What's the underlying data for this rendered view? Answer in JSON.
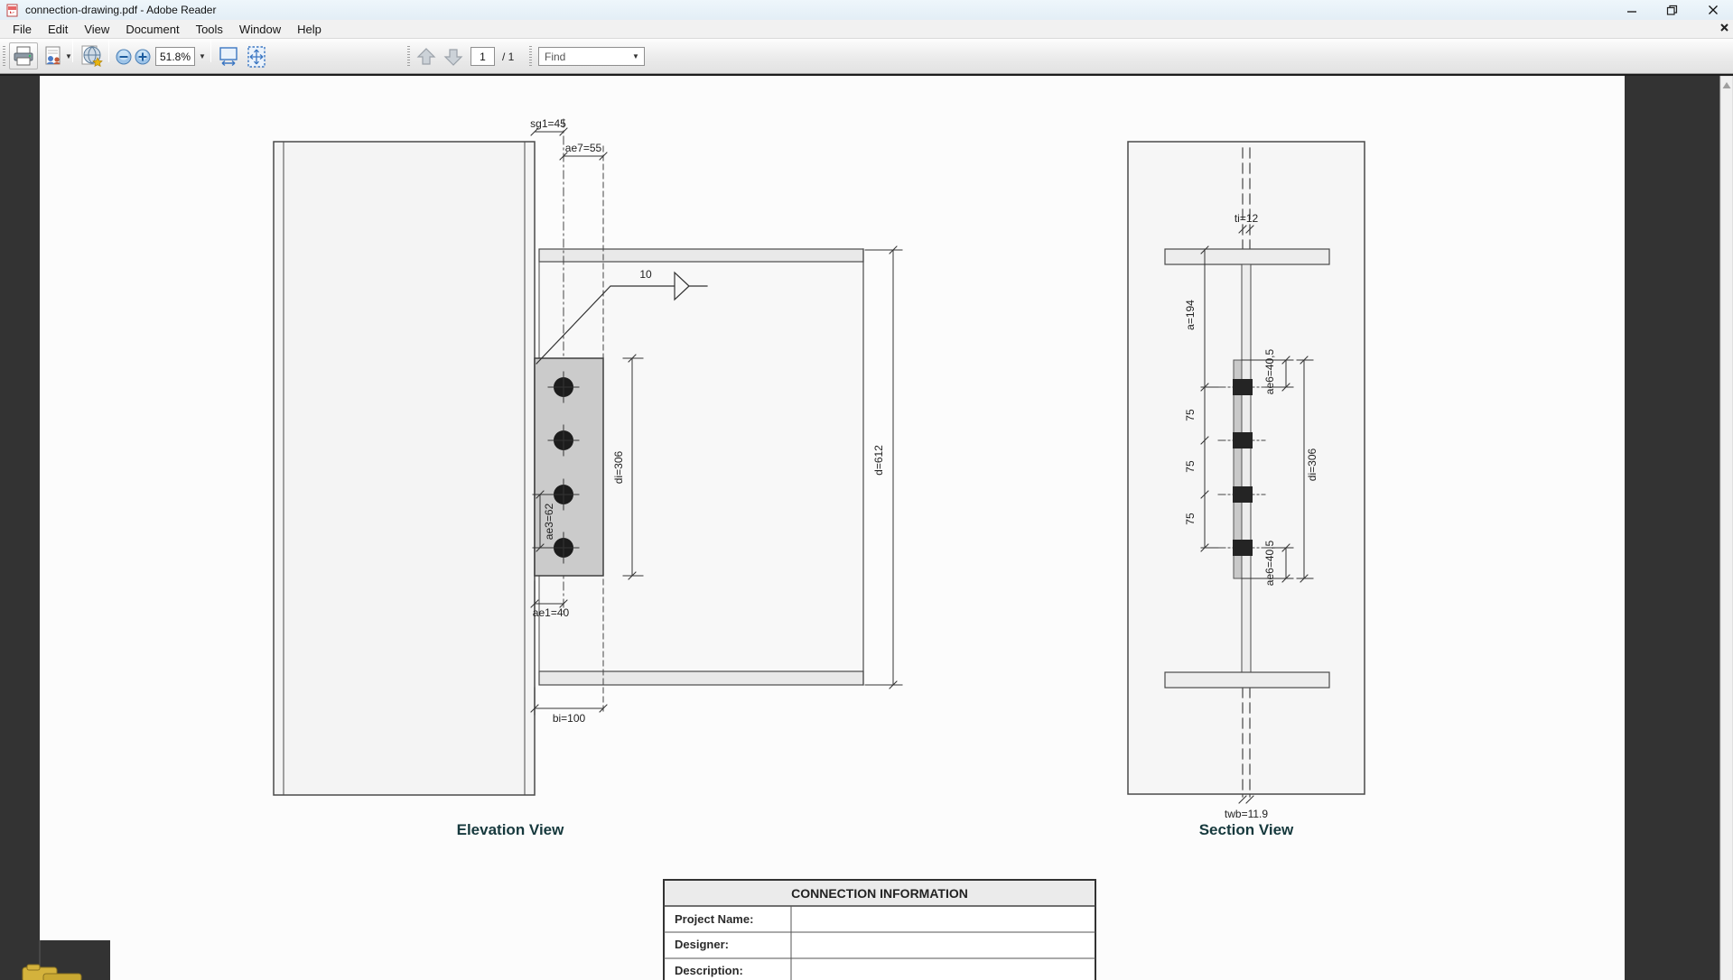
{
  "window": {
    "title": "connection-drawing.pdf - Adobe Reader"
  },
  "menu": {
    "items": [
      "File",
      "Edit",
      "View",
      "Document",
      "Tools",
      "Window",
      "Help"
    ]
  },
  "toolbar": {
    "zoom_value": "51.8%",
    "page_current": "1",
    "page_total": "/ 1",
    "find_placeholder": "Find"
  },
  "drawing": {
    "elevation": {
      "title": "Elevation View",
      "dims": {
        "sg1": "sg1=45",
        "ae7": "ae7=55",
        "weld_size": "10",
        "di": "di=306",
        "d": "d=612",
        "ae3": "ae3=62",
        "ae1": "ae1=40",
        "bi": "bi=100"
      }
    },
    "section": {
      "title": "Section View",
      "dims": {
        "ti": "ti=12",
        "a": "a=194",
        "p1": "75",
        "p2": "75",
        "p3": "75",
        "ae6_top": "ae6=40,5",
        "ae6_bot": "ae6=40,5",
        "di": "di=306",
        "twb": "twb=11.9"
      }
    }
  },
  "info_table": {
    "title": "CONNECTION INFORMATION",
    "rows": [
      {
        "label": "Project Name:",
        "value": ""
      },
      {
        "label": "Designer:",
        "value": ""
      },
      {
        "label": "Description:",
        "value": ""
      }
    ]
  },
  "icons": {
    "print": "printer-icon",
    "share": "person-document-icon",
    "upload": "globe-star-icon",
    "zoom_out": "minus-circle-icon",
    "zoom_in": "plus-circle-icon",
    "fit_width": "fit-width-icon",
    "fit_page": "fit-page-icon",
    "prev_page": "up-arrow-icon",
    "next_page": "down-arrow-icon"
  },
  "colors": {
    "accent_blue": "#3c77c2",
    "canvas_bg": "#333333",
    "page_bg": "#fcfcfc",
    "view_title": "#16393d",
    "plate_gray": "#cbcbcb",
    "bolt_black": "#1c1c1c",
    "folder_yellow": "#d4b23c"
  }
}
